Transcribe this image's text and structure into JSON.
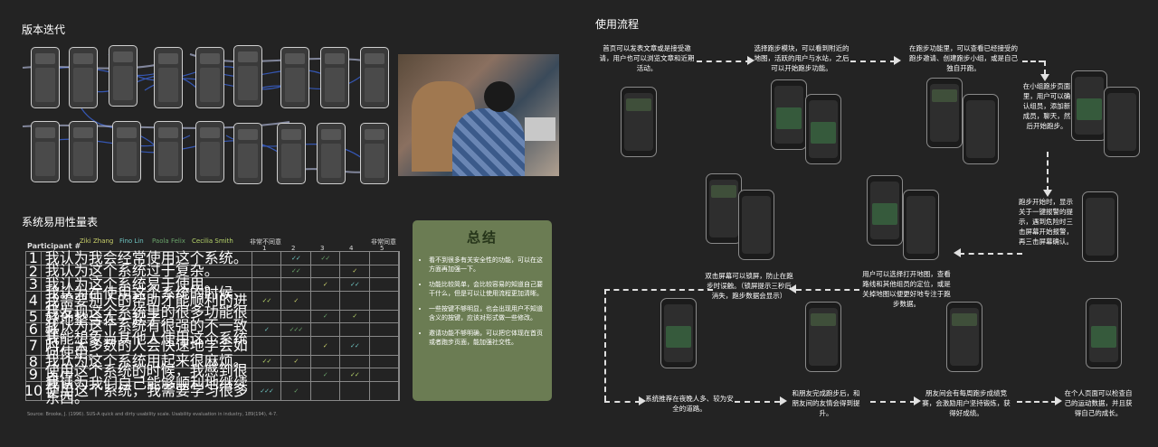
{
  "sections": {
    "iteration": "版本迭代",
    "usability": "系统易用性量表",
    "flow": "使用流程"
  },
  "table": {
    "participant_label": "Participant #",
    "participants": [
      {
        "name": "Ziki Zhang",
        "color": "#c9d06a"
      },
      {
        "name": "Fino Lin",
        "color": "#6ec3c0"
      },
      {
        "name": "Paola Felix",
        "color": "#6aa36a"
      },
      {
        "name": "Cecilia Smith",
        "color": "#b6d46a"
      }
    ],
    "scale_low": "非常不同意",
    "scale_high": "非常同意",
    "scale": [
      "1",
      "2",
      "3",
      "4",
      "5"
    ],
    "rows": [
      {
        "n": "1",
        "q": "我认为我会经常使用这个系统。",
        "cells": [
          "",
          "✓✓",
          "✓✓",
          "",
          ""
        ]
      },
      {
        "n": "2",
        "q": "我认为这个系统过于复杂。",
        "cells": [
          "",
          "✓✓",
          "",
          "✓",
          ""
        ]
      },
      {
        "n": "3",
        "q": "我认为这个系统易于使用。",
        "cells": [
          "",
          "",
          "✓",
          "✓✓",
          ""
        ]
      },
      {
        "n": "4",
        "q": "我认为在使用这个系统的时候，我需要别人的帮助才能顺利的进行。",
        "cells": [
          "✓✓",
          "✓",
          "",
          "",
          ""
        ]
      },
      {
        "n": "5",
        "q": "我发现这个系统里的很多功能很好地整合在一起了。",
        "cells": [
          "",
          "",
          "✓",
          "✓",
          ""
        ]
      },
      {
        "n": "6",
        "q": "我认为这个系统有很强的不一致性。",
        "cells": [
          "✓",
          "✓✓✓",
          "",
          "",
          ""
        ]
      },
      {
        "n": "7",
        "q": "我能想象当其他人使用这个系统时，大多数的人会快速地学会如何使用。",
        "cells": [
          "",
          "",
          "✓",
          "✓✓",
          ""
        ]
      },
      {
        "n": "8",
        "q": "我认为这个系统用起来很麻烦。",
        "cells": [
          "✓✓",
          "✓",
          "",
          "",
          ""
        ]
      },
      {
        "n": "9",
        "q": "使用这个系统的时候，我感到很自信。",
        "cells": [
          "",
          "",
          "✓",
          "✓✓",
          ""
        ]
      },
      {
        "n": "10",
        "q": "我认为我们自己能够顺利地继续使用这个系统，我需要学习很多东西。",
        "cells": [
          "✓✓✓",
          "✓",
          "",
          "",
          ""
        ]
      }
    ],
    "source": "Source: Brooke, J. (1996). SUS-A quick and dirty usability scale. Usability evaluation in industry, 189(194), 4-7."
  },
  "summary": {
    "title": "总结",
    "points": [
      "看不到很多有关安全性的功能，可以在这方面再加强一下。",
      "功能比较简单，会比较容易的知道自己要干什么，但是可以让使用流程更加清晰。",
      "一些按键不够明显，也会出现用户不知道含义的按键，应该对形式做一些修改。",
      "邀请功能不够明确，可以把它体现在首页或者跑步页面，能加强社交性。"
    ]
  },
  "flow": {
    "steps": [
      "首页可以发表文章或是接受邀请，用户也可以浏览文章和近期活动。",
      "选择跑步模块，可以看到附近的地图，活跃的用户与水站，之后可以开始跑步功能。",
      "在跑步功能里，可以查看已经接受的跑步邀请、创建跑步小组，或是自己独自开跑。",
      "在小组跑步页面里，用户可以确认组员，添加新成员，聊天，然后开始跑步。",
      "跑步开始时，显示关于一键报警的提示，遇到危险时三击屏幕开始报警，再三击屏幕确认。",
      "用户可以选择打开地图，查看路线和其他组员的定位，或是关掉地图以便更好地专注于跑步数据。",
      "双击屏幕可以锁屏，防止在跑步时误触。（锁屏提示三秒后消失，跑步数据会显示）",
      "系统推荐在夜晚人多、较为安全的道路。",
      "和朋友完成跑步后，和朋友间的友情会得到提升。",
      "朋友间会有每周跑步成绩竞赛，会激励用户坚持锻炼，获得好成绩。",
      "在个人页面可以检查自己的运动数据，并且获得自己的成长。"
    ]
  }
}
